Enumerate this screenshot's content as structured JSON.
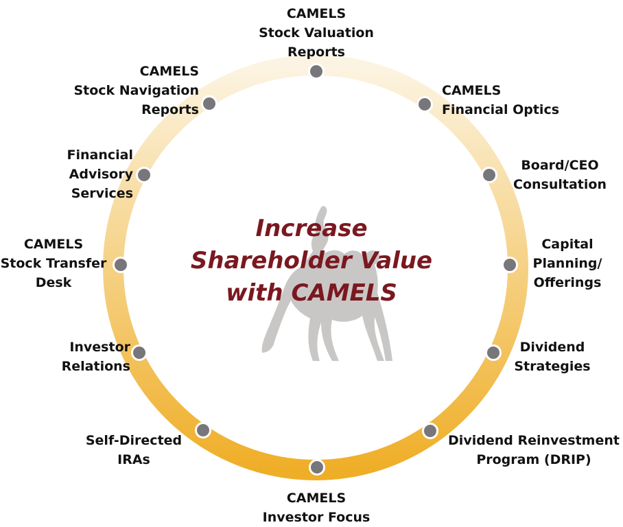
{
  "diagram": {
    "center_title_lines": [
      "Increase",
      "Shareholder Value",
      "with CAMELS"
    ],
    "colors": {
      "ring_top": "#fcf4e2",
      "ring_bottom": "#efae27",
      "node_fill": "#77767b",
      "node_stroke": "#ffffff",
      "camel_silhouette": "#c9c7c6",
      "center_text": "#7a1820",
      "label_text": "#111111"
    },
    "nodes": [
      {
        "id": "stock-valuation-reports",
        "lines": [
          "CAMELS",
          "Stock Valuation",
          "Reports"
        ]
      },
      {
        "id": "financial-optics",
        "lines": [
          "CAMELS",
          "Financial Optics"
        ]
      },
      {
        "id": "board-ceo-consultation",
        "lines": [
          "Board/CEO",
          "Consultation"
        ]
      },
      {
        "id": "capital-planning-offerings",
        "lines": [
          "Capital",
          "Planning/",
          "Offerings"
        ]
      },
      {
        "id": "dividend-strategies",
        "lines": [
          "Dividend",
          "Strategies"
        ]
      },
      {
        "id": "drip",
        "lines": [
          "Dividend Reinvestment",
          "Program (DRIP)"
        ]
      },
      {
        "id": "investor-focus",
        "lines": [
          "CAMELS",
          "Investor Focus"
        ]
      },
      {
        "id": "self-directed-iras",
        "lines": [
          "Self-Directed",
          "IRAs"
        ]
      },
      {
        "id": "investor-relations",
        "lines": [
          "Investor",
          "Relations"
        ]
      },
      {
        "id": "stock-transfer-desk",
        "lines": [
          "CAMELS",
          "Stock Transfer",
          "Desk"
        ]
      },
      {
        "id": "financial-advisory-services",
        "lines": [
          "Financial",
          "Advisory",
          "Services"
        ]
      },
      {
        "id": "stock-navigation-reports",
        "lines": [
          "CAMELS",
          "Stock Navigation",
          "Reports"
        ]
      }
    ]
  }
}
